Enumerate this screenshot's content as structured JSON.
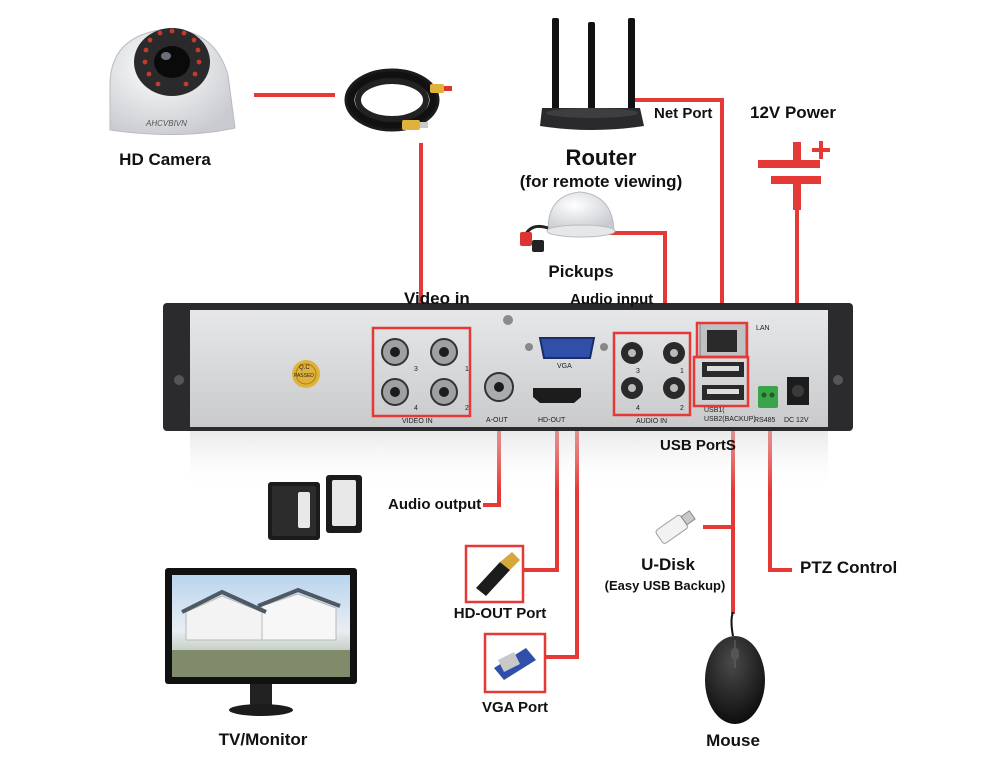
{
  "labels": {
    "hd_camera": "HD Camera",
    "camera_brand": "AHCVBIVN",
    "router": "Router",
    "router_sub": "(for remote viewing)",
    "net_port": "Net Port",
    "power": "12V Power",
    "pickups": "Pickups",
    "video_in": "Video in",
    "audio_input": "Audio input",
    "usb_ports": "USB PortS",
    "audio_output": "Audio output",
    "u_disk": "U-Disk",
    "u_disk_sub": "(Easy USB Backup)",
    "ptz_control": "PTZ Control",
    "hd_out_port": "HD-OUT Port",
    "vga_port": "VGA Port",
    "tv_monitor": "TV/Monitor",
    "mouse": "Mouse"
  },
  "panel": {
    "video_in": "VIDEO IN",
    "a_out": "A-OUT",
    "vga": "VGA",
    "hd_out": "HD-OUT",
    "audio_in": "AUDIO IN",
    "lan": "LAN",
    "usb1": "USB1(",
    "usb2": "USB2(BACKUP)",
    "rs485": "RS485",
    "dc12v": "DC 12V",
    "qc": "Q.C",
    "qc_passed": "PASSED",
    "ch1": "1",
    "ch2": "2",
    "ch3": "3",
    "ch4": "4"
  },
  "colors": {
    "connector_red": "#e53935",
    "panel_face": "#d9dadc",
    "panel_frame": "#2b2b2d"
  }
}
